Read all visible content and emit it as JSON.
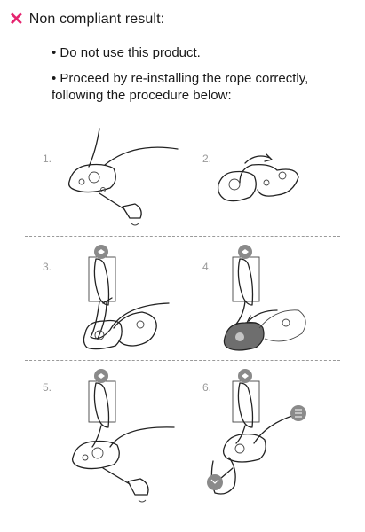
{
  "header": {
    "title": "Non compliant result:",
    "icon": "cross-icon",
    "accent_color": "#e5246f"
  },
  "bullets": [
    "• Do not use this product.",
    "• Proceed by re-installing the rope correctly, following the procedure below:"
  ],
  "steps": [
    {
      "number": "1."
    },
    {
      "number": "2."
    },
    {
      "number": "3."
    },
    {
      "number": "4."
    },
    {
      "number": "5."
    },
    {
      "number": "6."
    }
  ],
  "icons": [
    "belay-device-icon",
    "screwdriver-icon",
    "carabiner-icon",
    "anchor-icon",
    "rope-icon",
    "hand-icon"
  ]
}
